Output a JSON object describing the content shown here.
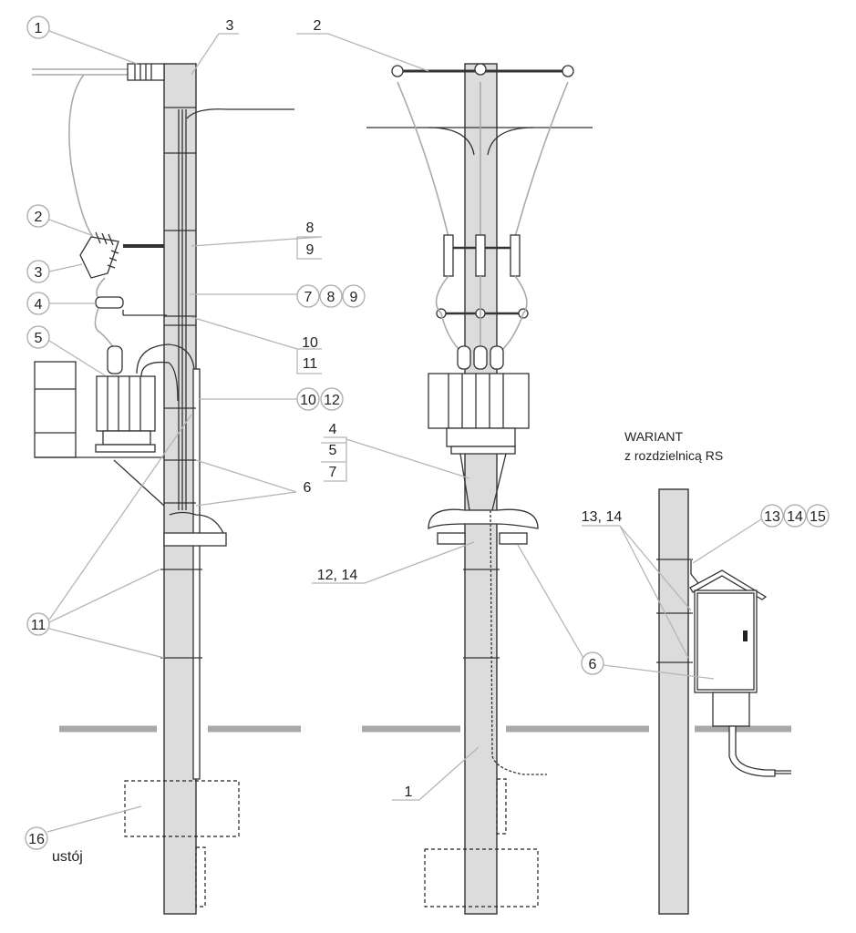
{
  "left_view": {
    "labels": {
      "c1": "1",
      "t3_top": "3",
      "c2": "2",
      "c3": "3",
      "c4": "4",
      "c5": "5",
      "t8": "8",
      "t9": "9",
      "c7": "7",
      "c8": "8",
      "c9": "9",
      "t10": "10",
      "t11": "11",
      "c10": "10",
      "c12": "12",
      "t6": "6",
      "c11": "11",
      "c16": "16",
      "foundation": "ustój"
    }
  },
  "middle_view": {
    "labels": {
      "t2": "2",
      "t4": "4",
      "t5": "5",
      "t7": "7",
      "t12_14": "12, 14",
      "t1": "1",
      "c6": "6"
    }
  },
  "variant_view": {
    "title_line1": "WARIANT",
    "title_line2": "z rozdzielnicą RS",
    "labels": {
      "t13_14": "13, 14",
      "c13": "13",
      "c14": "14",
      "c15": "15"
    }
  },
  "colors": {
    "pole_fill": "#dcdcdc",
    "leader": "#b5b5b5",
    "ground": "#a8a8a8"
  }
}
